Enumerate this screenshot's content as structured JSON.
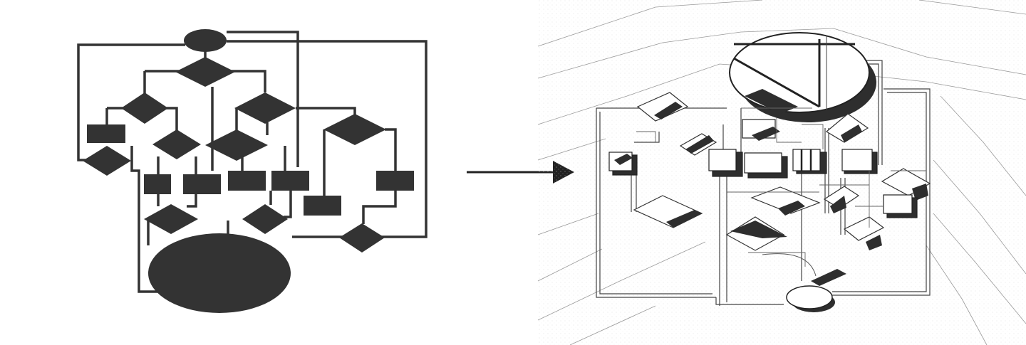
{
  "figure": {
    "panels": [
      {
        "id": "flowchart",
        "kind": "abstract flowchart silhouette"
      },
      {
        "id": "transition",
        "kind": "arrow",
        "icon": "right-arrow-icon"
      },
      {
        "id": "plan",
        "kind": "axonometric floor plan derived from the flowchart"
      }
    ],
    "colors": {
      "ink": "#333333",
      "line": "#3a3a3a",
      "shadow": "#2e2e2e",
      "paper": "#ffffff",
      "plan_paper": "#fbfbfb"
    },
    "text": []
  }
}
